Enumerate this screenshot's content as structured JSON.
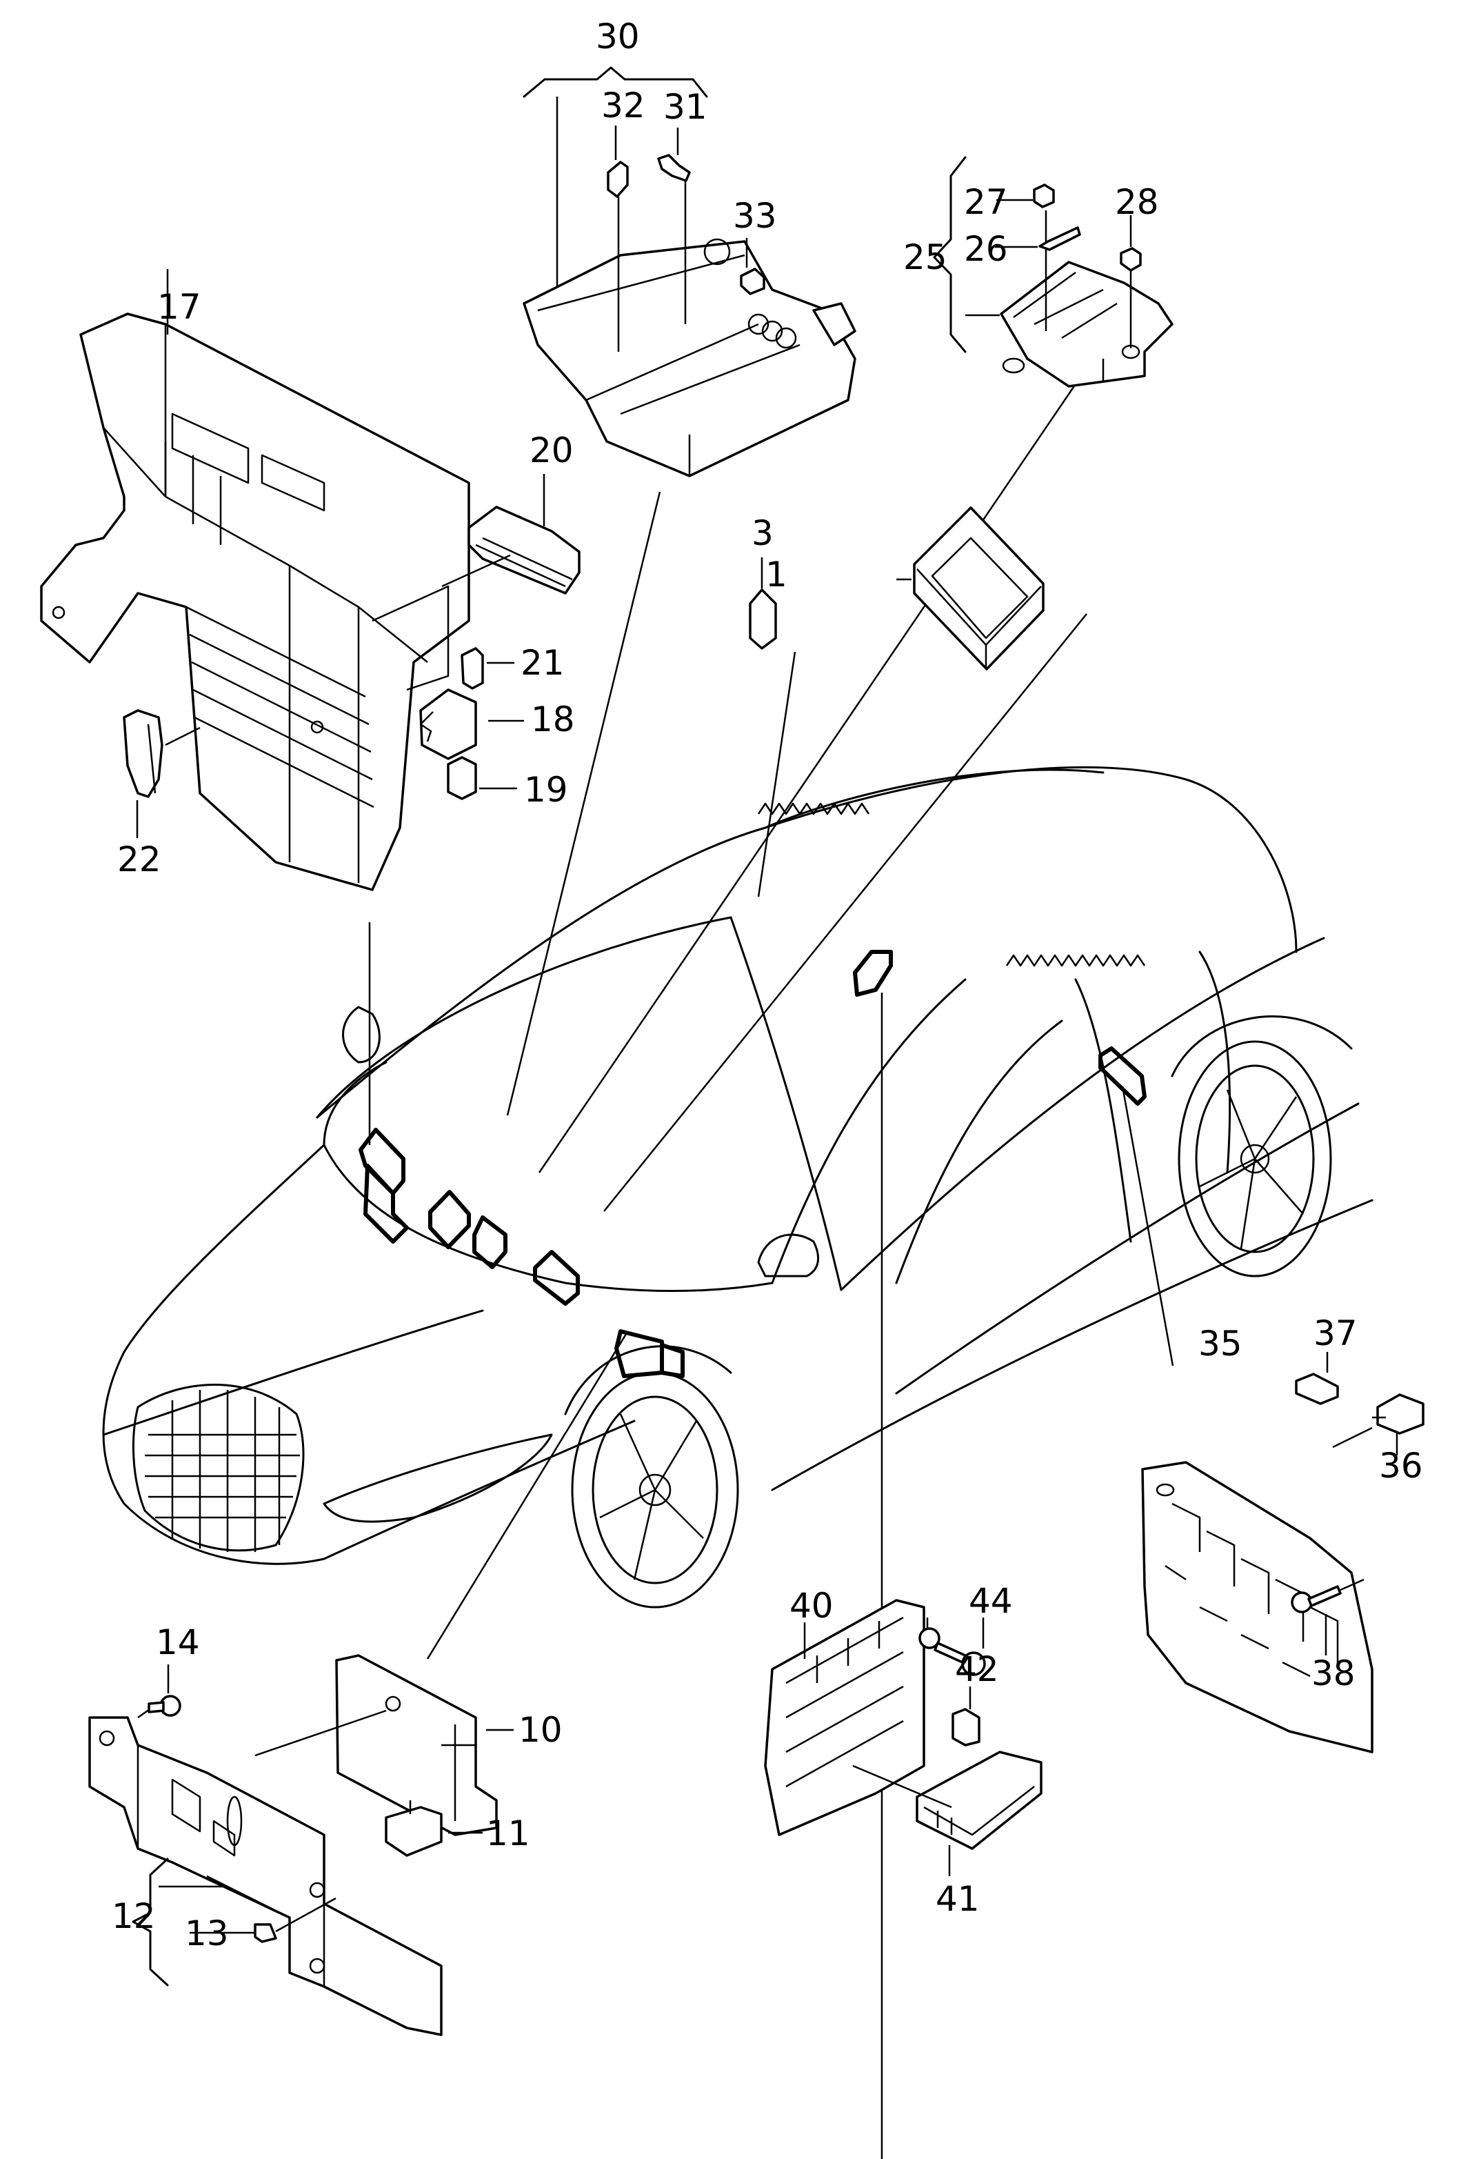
{
  "diagram": {
    "type": "exploded parts diagram",
    "subject": "Vehicle electrical control units, fuse/relay carriers and relays",
    "background_color": "#ffffff",
    "line_color": "#000000"
  },
  "callouts": {
    "p1": "1",
    "p3": "3",
    "p10": "10",
    "p11": "11",
    "p12": "12",
    "p13": "13",
    "p14": "14",
    "p17": "17",
    "p18": "18",
    "p19": "19",
    "p20": "20",
    "p21": "21",
    "p22": "22",
    "p25": "25",
    "p26": "26",
    "p27": "27",
    "p28": "28",
    "p30": "30",
    "p31": "31",
    "p32": "32",
    "p33": "33",
    "p35": "35",
    "p36": "36",
    "p37": "37",
    "p38": "38",
    "p40": "40",
    "p41": "41",
    "p42": "42",
    "p44": "44"
  },
  "groups": [
    {
      "label": "30",
      "members": [
        "31",
        "32"
      ]
    },
    {
      "label": "25",
      "members": [
        "26",
        "27"
      ]
    },
    {
      "label": "12",
      "members": [
        "13"
      ]
    }
  ]
}
